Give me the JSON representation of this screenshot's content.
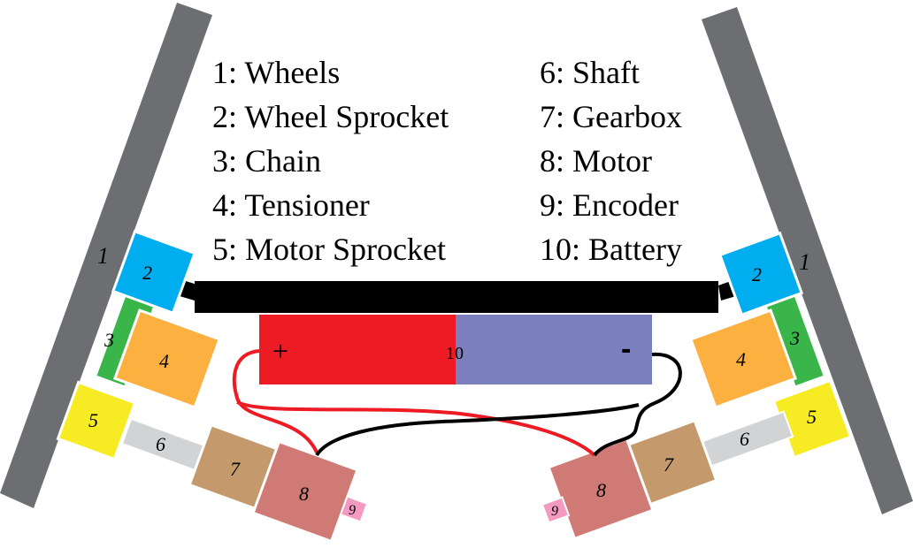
{
  "legend": {
    "left": [
      "1: Wheels",
      "2: Wheel Sprocket",
      "3: Chain",
      "4: Tensioner",
      "5: Motor Sprocket"
    ],
    "right": [
      "6: Shaft",
      "7: Gearbox",
      "8: Motor",
      "9: Encoder",
      "10: Battery"
    ]
  },
  "labels": {
    "wheel": "1",
    "wheel_sprocket": "2",
    "chain": "3",
    "tensioner": "4",
    "motor_sprocket": "5",
    "shaft": "6",
    "gearbox": "7",
    "motor": "8",
    "encoder": "9",
    "battery": "10",
    "plus": "+",
    "minus": "-"
  },
  "colors": {
    "wheel": "#6d6e71",
    "wheel_sprocket": "#00aeef",
    "chain": "#39b54a",
    "tensioner": "#fbb040",
    "motor_sprocket": "#f7ec23",
    "shaft": "#d1d3d4",
    "gearbox": "#c49a6c",
    "motor": "#cf7a75",
    "encoder": "#f49ac1",
    "battery_positive": "#ed1c24",
    "battery_negative": "#7b7fbd",
    "axle": "#000000",
    "wire_red": "#ed1c24",
    "wire_black": "#000000"
  }
}
